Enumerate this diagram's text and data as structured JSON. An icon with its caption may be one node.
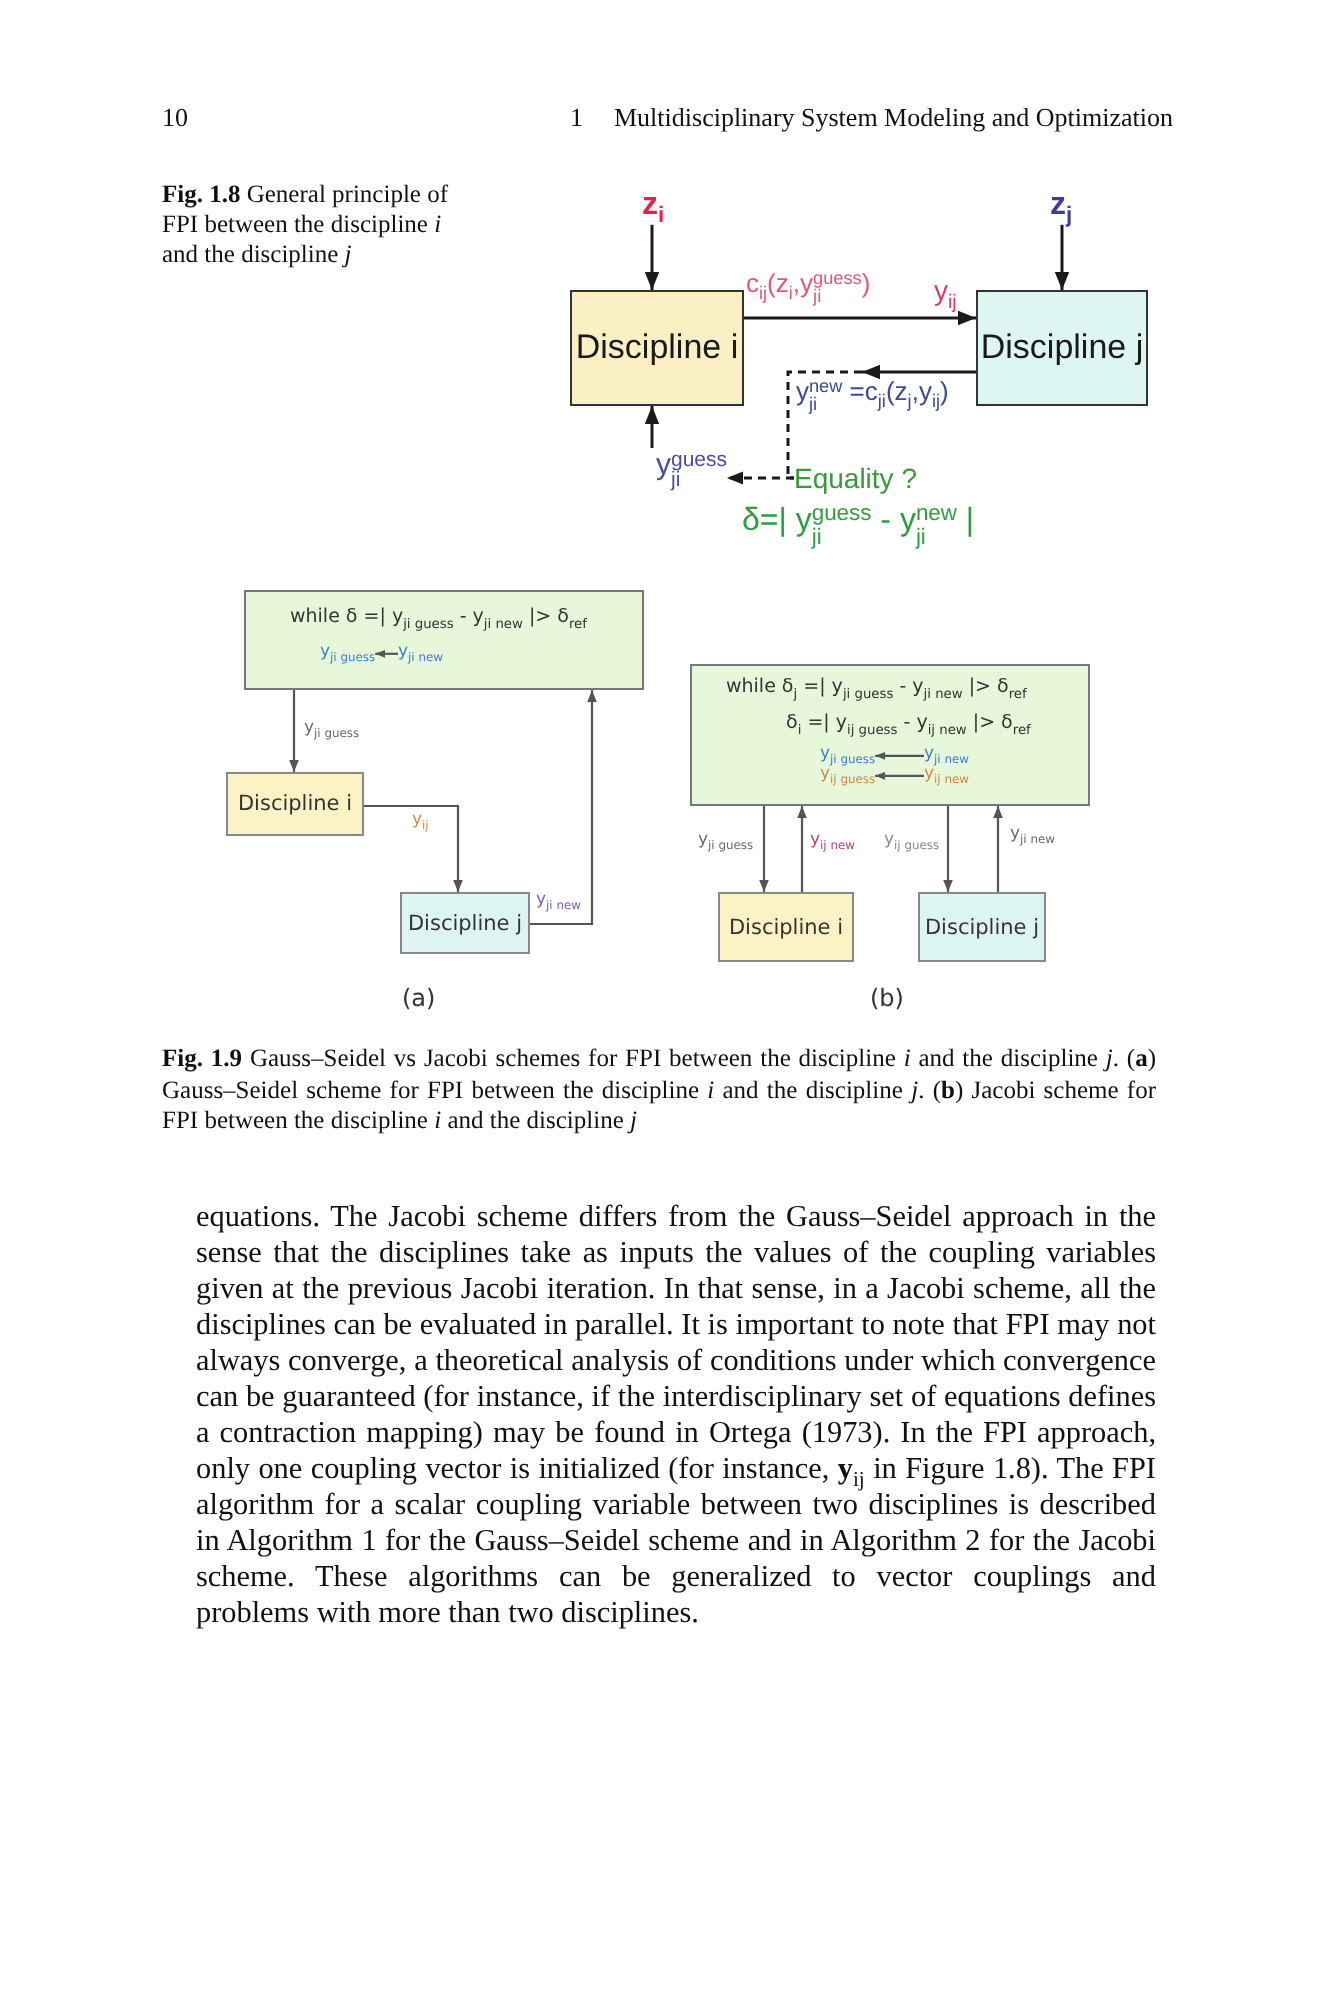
{
  "diagram": {
    "nodes": [
      {
        "text": [
          "z$_{i}$"
        ]
      },
      {
        "text": [
          "z$_{j}$"
        ]
      },
      {
        "text": [
          "Discipline i"
        ]
      },
      {
        "text": [
          "Discipline j"
        ]
      },
      {
        "text": [
          "y$_{ji}$$^{guess}$"
        ]
      },
      {
        "text": [
          "Equality ?"
        ]
      },
      {
        "text": [
          "while δ =| y$_{ji guess}$ - y$_{ji new}$ |> δ$_{ref}$"
        ]
      },
      {
        "text": [
          "y$_{ji guess}$"
        ],
        "in": 6
      },
      {
        "text": [
          "y$_{ji new}$"
        ],
        "in": 6
      },
      {
        "text": [
          "Discipline i"
        ]
      },
      {
        "text": [
          "Discipline j"
        ]
      },
      {
        "text": [
          "while δ$_{j}$ =| y$_{ji guess}$ - y$_{ji new}$ |> δ$_{ref}$",
          "δ$_{i}$ =| y$_{ij guess}$ - y$_{ij new}$ |> δ$_{ref}$"
        ]
      },
      {
        "text": [
          "y$_{ji guess}$"
        ],
        "in": 11
      },
      {
        "text": [
          "y$_{ji new}$"
        ],
        "in": 11
      },
      {
        "text": [
          "y$_{ij guess}$"
        ],
        "in": 11
      },
      {
        "text": [
          "y$_{ij new}$"
        ],
        "in": 11
      },
      {
        "text": [
          "Discipline i"
        ]
      },
      {
        "text": [
          "Discipline j"
        ]
      }
    ],
    "edges": [
      {
        "from": 0,
        "to": 2,
        "arrow": "to"
      },
      {
        "from": 1,
        "to": 3,
        "arrow": "to"
      },
      {
        "from": 2,
        "to": 3,
        "arrow": "to",
        "label": "c$_{ij}$(z$_{i}$,y$_{ji}$$^{guess}$)"
      },
      {
        "from": 3,
        "to": null,
        "arrow": "to",
        "label": "y$_{ji}$$^{new}$ =c$_{ji}$(z$_{j}$,y$_{ij}$)"
      },
      {
        "from": null,
        "to": 5,
        "arrow": "none",
        "style": "dashed"
      },
      {
        "from": 5,
        "to": 4,
        "arrow": "to",
        "style": "dashed"
      },
      {
        "from": 4,
        "to": 2,
        "arrow": "to"
      },
      {
        "from": 8,
        "to": 7,
        "arrow": "to"
      },
      {
        "from": 6,
        "to": 9,
        "arrow": "to",
        "label": "y$_{ji guess}$"
      },
      {
        "from": 9,
        "to": 10,
        "arrow": "to",
        "label": "y$_{ij}$"
      },
      {
        "from": 10,
        "to": 6,
        "arrow": "to",
        "label": "y$_{ji new}$"
      },
      {
        "from": 13,
        "to": 12,
        "arrow": "to"
      },
      {
        "from": 15,
        "to": 14,
        "arrow": "to"
      },
      {
        "from": 11,
        "to": 16,
        "arrow": "to",
        "label": "y$_{ji guess}$"
      },
      {
        "from": 16,
        "to": 11,
        "arrow": "to",
        "label": "y$_{ij new}$"
      },
      {
        "from": 11,
        "to": 17,
        "arrow": "to",
        "label": "y$_{ij guess}$"
      },
      {
        "from": 17,
        "to": 11,
        "arrow": "to",
        "label": "y$_{ji new}$"
      }
    ],
    "labels": [
      "10",
      "1",
      "Multidisciplinary System Modeling and Optimization",
      "**Fig. 1.8** General principle of FPI between the discipline *i* and the discipline *j*",
      "y$_{ij}$",
      "δ=| y$_{ji}$$^{guess}$ - y$_{ji}$$^{new}$ |",
      "(a)",
      "(b)",
      "**Fig. 1.9** Gauss–Seidel vs Jacobi schemes for FPI between the discipline *i* and the discipline *j*. (**a**) Gauss–Seidel scheme for FPI between the discipline *i* and the discipline *j*. (**b**) Jacobi scheme for FPI between the discipline *i* and the discipline *j*",
      "equations. The Jacobi scheme differs from the Gauss–Seidel approach in the sense that the disciplines take as inputs the values of the coupling variables given at the previous Jacobi iteration. In that sense, in a Jacobi scheme, all the disciplines can be evaluated in parallel. It is important to note that FPI may not always converge, a theoretical analysis of conditions under which convergence can be guaranteed (for instance, if the interdisciplinary set of equations defines a contraction mapping) may be found in Ortega (1973). In the FPI approach, only one coupling vector is initialized (for instance, **y**$_{ij}$ in Figure 1.8). The FPI algorithm for a scalar coupling variable between two disciplines is described in Algorithm 1 for the Gauss–Seidel scheme and in Algorithm 2 for the Jacobi scheme. These algorithms can be generalized to vector couplings and problems with more than two disciplines."
    ]
  }
}
